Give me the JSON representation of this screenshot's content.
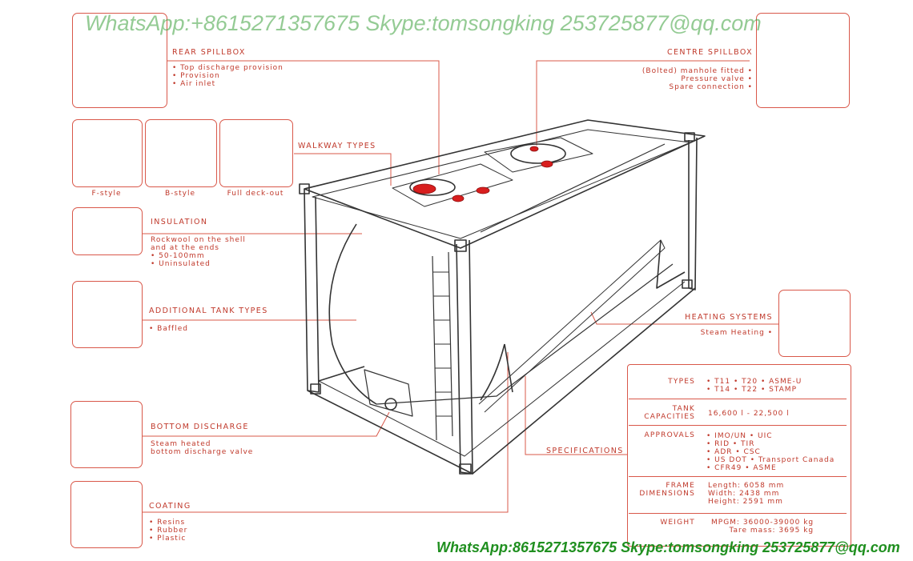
{
  "watermark": {
    "top": "WhatsApp:+8615271357675  Skype:tomsongking 253725877@qq.com",
    "bottom": "WhatsApp:8615271357675  Skype:tomsongking 253725877@qq.com"
  },
  "rear_spillbox": {
    "title": "REAR SPILLBOX",
    "items": [
      "• Top discharge provision",
      "• Provision",
      "• Air inlet"
    ]
  },
  "centre_spillbox": {
    "title": "CENTRE SPILLBOX",
    "items": [
      "(Bolted) manhole fitted •",
      "Pressure valve •",
      "Spare connection •"
    ]
  },
  "walkway": {
    "title": "WALKWAY TYPES",
    "styles": [
      "F-style",
      "B-style",
      "Full deck-out"
    ]
  },
  "insulation": {
    "title": "INSULATION",
    "items": [
      "Rockwool on the shell",
      "and at the ends",
      "• 50-100mm",
      "• Uninsulated"
    ]
  },
  "additional_tank": {
    "title": "ADDITIONAL TANK TYPES",
    "items": [
      "• Baffled"
    ]
  },
  "bottom_discharge": {
    "title": "BOTTOM DISCHARGE",
    "items": [
      "Steam heated",
      "bottom discharge valve"
    ]
  },
  "coating": {
    "title": "COATING",
    "items": [
      "• Resins",
      "• Rubber",
      "• Plastic"
    ]
  },
  "heating": {
    "title": "HEATING SYSTEMS",
    "items": [
      "Steam Heating •"
    ]
  },
  "specifications": {
    "title": "SPECIFICATIONS",
    "types": {
      "key": "TYPES",
      "lines": [
        "• T11    • T20    • ASME-U",
        "• T14    • T22    • STAMP"
      ]
    },
    "capacities": {
      "key_lines": [
        "TANK",
        "CAPACITIES"
      ],
      "lines": [
        "16,600 l  -  22,500 l"
      ]
    },
    "approvals": {
      "key": "APPROVALS",
      "lines": [
        "• IMO/UN      • UIC",
        "• RID          • TIR",
        "• ADR          • CSC",
        "• US DOT      • Transport Canada",
        "• CFR49       • ASME"
      ]
    },
    "frame": {
      "key_lines": [
        "FRAME",
        "DIMENSIONS"
      ],
      "lines": [
        "Length: 6058  mm",
        " Width: 2438  mm",
        "Height: 2591  mm"
      ]
    },
    "weight": {
      "key": "WEIGHT",
      "lines": [
        "MPGM: 36000-39000 kg",
        "Tare mass: 3695  kg"
      ]
    }
  },
  "colors": {
    "accent": "#c0392b",
    "line": "#d9584a",
    "drawing": "#333333",
    "valve": "#d81e1e",
    "watermark": "#1f8f1f"
  }
}
